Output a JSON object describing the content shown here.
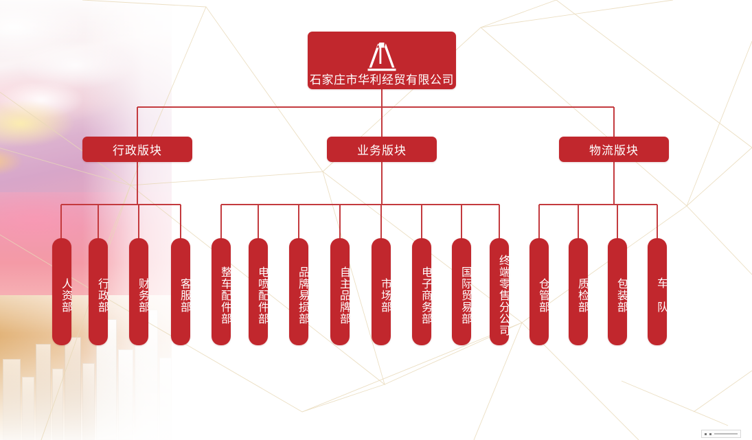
{
  "chart_data": {
    "type": "diagram",
    "title": "石家庄市华利经贸有限公司 组织架构图",
    "root": {
      "label": "石家庄市华利经贸有限公司",
      "logo": "company-arch-logo"
    },
    "groups": [
      {
        "label": "行政版块",
        "children": [
          "人资部",
          "行政部",
          "财务部",
          "客服部"
        ]
      },
      {
        "label": "业务版块",
        "children": [
          "整车配件部",
          "电喷配件部",
          "品牌易损部",
          "自主品牌部",
          "市场部",
          "电子商务部",
          "国际贸易部",
          "终端零售分公司"
        ]
      },
      {
        "label": "物流版块",
        "children": [
          "仓管部",
          "质检部",
          "包装部",
          "车 队"
        ]
      }
    ]
  },
  "theme": {
    "brand_red": "#c1272d",
    "connector_red": "#c33a3e",
    "text_white": "#ffffff",
    "page_background": "#ffffff"
  },
  "nodes": {
    "root": {
      "label": "石家庄市华利经贸有限公司"
    },
    "groups": [
      {
        "label": "行政版块"
      },
      {
        "label": "业务版块"
      },
      {
        "label": "物流版块"
      }
    ],
    "leaves": [
      {
        "label": "人资部"
      },
      {
        "label": "行政部"
      },
      {
        "label": "财务部"
      },
      {
        "label": "客服部"
      },
      {
        "label": "整车配件部"
      },
      {
        "label": "电喷配件部"
      },
      {
        "label": "品牌易损部"
      },
      {
        "label": "自主品牌部"
      },
      {
        "label": "市场部"
      },
      {
        "label": "电子商务部"
      },
      {
        "label": "国际贸易部"
      },
      {
        "label": "终端零售分公司"
      },
      {
        "label": "仓管部"
      },
      {
        "label": "质检部"
      },
      {
        "label": "包装部"
      },
      {
        "label": "车 队"
      }
    ]
  }
}
